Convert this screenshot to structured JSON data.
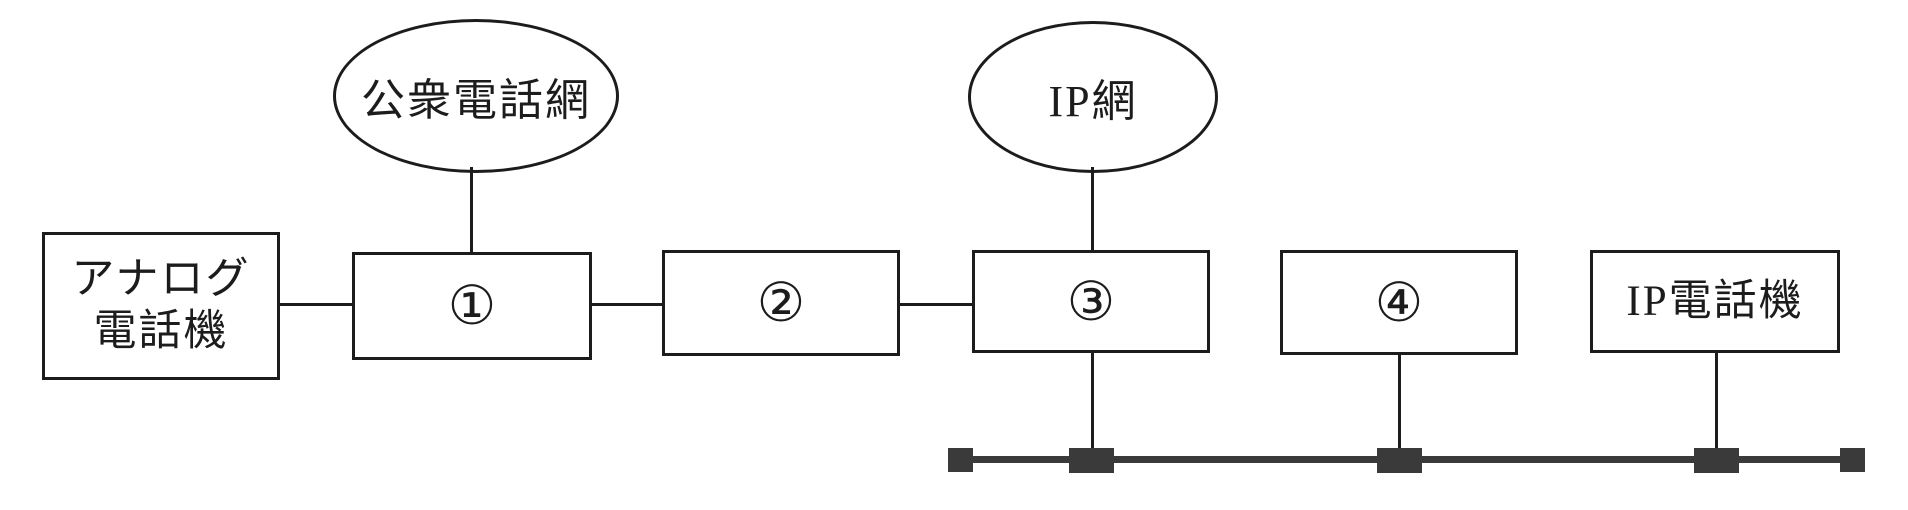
{
  "nodes": {
    "pstn_cloud": {
      "label": "公衆電話網"
    },
    "ip_cloud": {
      "label": "IP網"
    },
    "analog_phone": {
      "label_line1": "アナログ",
      "label_line2": "電話機"
    },
    "box1": {
      "label": "①"
    },
    "box2": {
      "label": "②"
    },
    "box3": {
      "label": "③"
    },
    "box4": {
      "label": "④"
    },
    "ip_phone": {
      "label": "IP電話機"
    }
  },
  "colors": {
    "line": "#1c1c1c",
    "bus": "#3a3a3a",
    "background": "#ffffff"
  }
}
